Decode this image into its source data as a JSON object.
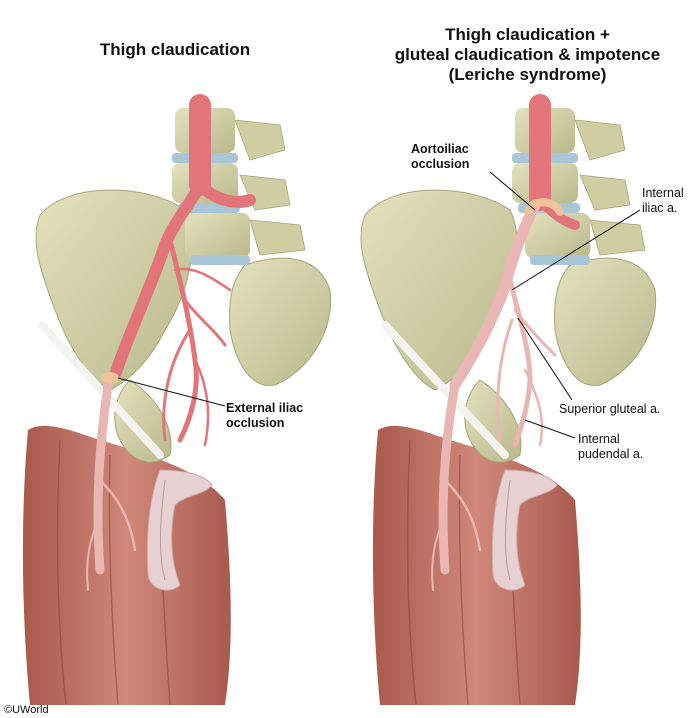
{
  "left_panel": {
    "title": "Thigh claudication",
    "labels": {
      "external_iliac_occlusion": "External iliac\nocclusion"
    }
  },
  "right_panel": {
    "title": "Thigh claudication +\ngluteal claudication & impotence\n(Leriche syndrome)",
    "labels": {
      "aortoiliac_occlusion": "Aortoiliac\nocclusion",
      "internal_iliac": "Internal\niliac a.",
      "superior_gluteal": "Superior gluteal a.",
      "internal_pudendal": "Internal\npudendal a."
    }
  },
  "copyright": "©UWorld",
  "colors": {
    "bone": "#d9d8b0",
    "bone_shade": "#b9b88c",
    "disc": "#a9c6d6",
    "muscle": "#c97a6a",
    "muscle_dark": "#a85a4c",
    "artery": "#e2757a",
    "artery_pale": "#e9b6b4",
    "occlusion": "#f2c29a",
    "penis": "#e7d0d1"
  }
}
